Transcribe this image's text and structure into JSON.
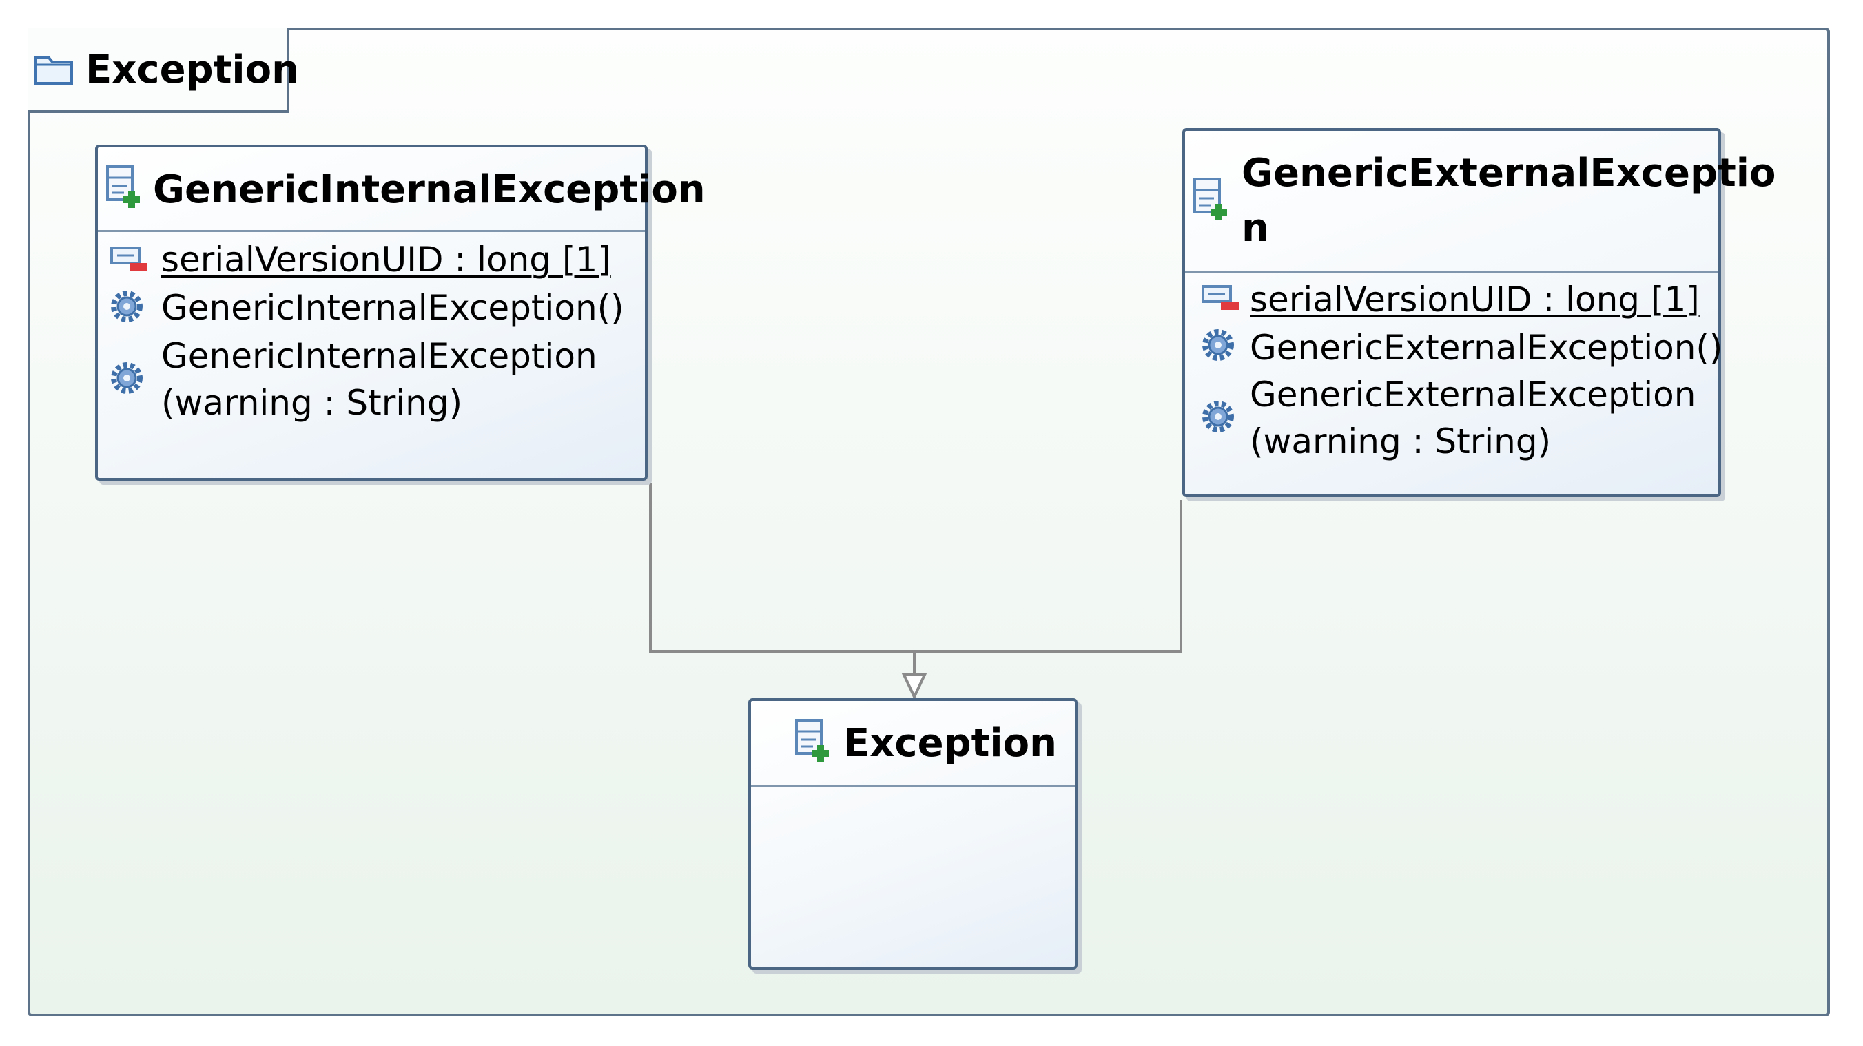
{
  "package": {
    "title": "Exception",
    "icon": "folder-icon"
  },
  "classes": {
    "internal": {
      "name": "GenericInternalException",
      "attribute": "serialVersionUID : long [1]",
      "op1": "GenericInternalException()",
      "op2_line1": "GenericInternalException",
      "op2_line2": "(warning : String)"
    },
    "external": {
      "name_line1": "GenericExternalExceptio",
      "name_line2": "n",
      "attribute": "serialVersionUID : long [1]",
      "op1": "GenericExternalException()",
      "op2_line1": "GenericExternalException",
      "op2_line2": "(warning : String)"
    },
    "base": {
      "name": "Exception"
    }
  },
  "colors": {
    "border": "#4a6684",
    "connector": "#8a8a8a",
    "private_marker": "#e0393e",
    "class_plus": "#2e9a3d",
    "gear": "#3f6fa8"
  }
}
